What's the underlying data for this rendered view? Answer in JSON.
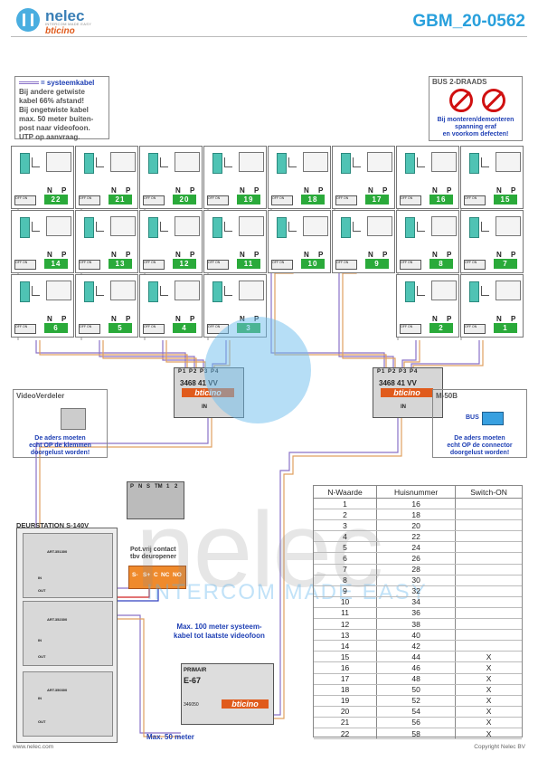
{
  "header": {
    "logo_name": "nelec",
    "logo_tagline": "INTERCOM MADE EASY",
    "logo_brand": "bticino",
    "doc_code": "GBM_20-0562"
  },
  "cable_note": {
    "key_label": "= systeemkabel",
    "lines": [
      "Bij andere getwiste",
      "kabel 66% afstand!",
      "Bij ongetwiste kabel",
      "max. 50 meter buiten-",
      "post naar videofoon.",
      "UTP op aanvraag."
    ]
  },
  "bus_note": {
    "title": "BUS 2-DRAADS",
    "warning": [
      "Bij monteren/demonteren",
      "spanning eraf",
      "en voorkom defecten!"
    ]
  },
  "units": {
    "labels": {
      "off": "OFF",
      "on": "ON",
      "n": "N",
      "p": "P",
      "bus": "BUS"
    },
    "rows": [
      [
        "22",
        "21",
        "20",
        "19",
        "18",
        "17",
        "16",
        "15"
      ],
      [
        "14",
        "13",
        "12",
        "11",
        "10",
        "9",
        "8",
        "7"
      ],
      [
        "6",
        "5",
        "4",
        "3",
        "",
        "",
        "2",
        "1"
      ]
    ]
  },
  "distributors": {
    "ports": "P1 P2 P3 P4",
    "model": "3468 41  VV",
    "brand": "bticino",
    "in": "IN"
  },
  "videoverdeler": {
    "title": "VideoVerdeler",
    "text": [
      "De aders moeten",
      "echt OP de klemmen",
      "doorgelust worden!"
    ]
  },
  "m50b": {
    "title": "M-50B",
    "bus": "BUS",
    "text": [
      "De aders moeten",
      "echt OP de connector",
      "doorgelust worden!"
    ]
  },
  "door_station": {
    "title": "DEURSTATION S-140V",
    "modules": [
      {
        "model": "ART.351300",
        "in": "IN",
        "out": "OUT"
      },
      {
        "model": "ART.352300",
        "in": "IN",
        "out": "OUT"
      },
      {
        "model": "ART.350300",
        "in": "IN",
        "out": "OUT"
      }
    ],
    "zoom_terminals": [
      "P",
      "N",
      "S",
      "TM",
      "1",
      "2"
    ]
  },
  "relay": {
    "note": [
      "Pot.vrij contact",
      "tbv deuropener"
    ],
    "terminals": [
      "S-",
      "S+",
      "C",
      "NC",
      "NO"
    ]
  },
  "notes": {
    "max100": [
      "Max. 100 meter systeem-",
      "kabel tot laatste videofoon"
    ],
    "max50": "Max. 50 meter"
  },
  "primary": {
    "title": "PRIMAIR",
    "model": "E-67",
    "code": "346050",
    "brand": "bticino"
  },
  "table": {
    "headers": [
      "N-Waarde",
      "Huisnummer",
      "Switch-ON"
    ],
    "rows": [
      [
        "1",
        "16",
        ""
      ],
      [
        "2",
        "18",
        ""
      ],
      [
        "3",
        "20",
        ""
      ],
      [
        "4",
        "22",
        ""
      ],
      [
        "5",
        "24",
        ""
      ],
      [
        "6",
        "26",
        ""
      ],
      [
        "7",
        "28",
        ""
      ],
      [
        "8",
        "30",
        ""
      ],
      [
        "9",
        "32",
        ""
      ],
      [
        "10",
        "34",
        ""
      ],
      [
        "11",
        "36",
        ""
      ],
      [
        "12",
        "38",
        ""
      ],
      [
        "13",
        "40",
        ""
      ],
      [
        "14",
        "42",
        ""
      ],
      [
        "15",
        "44",
        "X"
      ],
      [
        "16",
        "46",
        "X"
      ],
      [
        "17",
        "48",
        "X"
      ],
      [
        "18",
        "50",
        "X"
      ],
      [
        "19",
        "52",
        "X"
      ],
      [
        "20",
        "54",
        "X"
      ],
      [
        "21",
        "56",
        "X"
      ],
      [
        "22",
        "58",
        "X"
      ]
    ]
  },
  "footer": {
    "left": "www.nelec.com",
    "right": "Copyright Nelec BV"
  },
  "watermark": {
    "text": "nelec",
    "tagline": "INTERCOM MADE EASY"
  },
  "colors": {
    "accent": "#29a0dc",
    "brand": "#e05b1c",
    "bus_green": "#2aaa3a",
    "wire_purple": "#8a72c8",
    "wire_orange": "#e0a060",
    "warn_blue": "#1e3fb4"
  }
}
